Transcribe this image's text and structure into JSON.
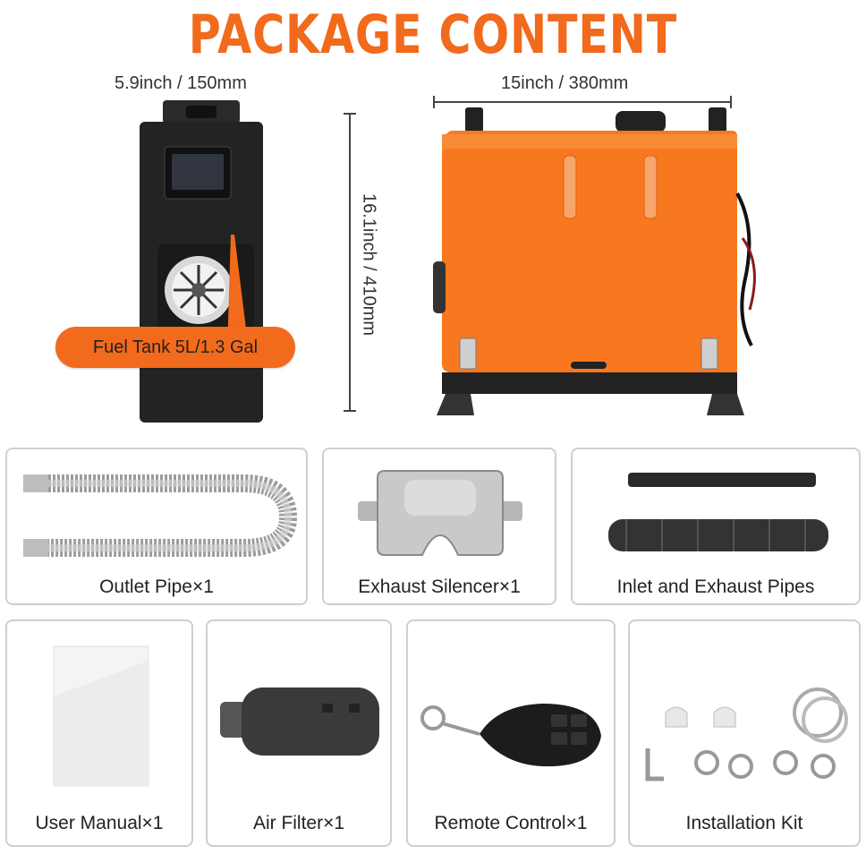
{
  "title": "PACKAGE CONTENT",
  "dimensions": {
    "width_side": "5.9inch / 150mm",
    "width_front": "15inch / 380mm",
    "height": "16.1inch / 410mm"
  },
  "fuel_tank_label": "Fuel Tank 5L/1.3 Gal",
  "items": [
    {
      "label": "Outlet Pipe×1"
    },
    {
      "label": "Exhaust Silencer×1"
    },
    {
      "label": "Inlet and Exhaust Pipes"
    },
    {
      "label": "User Manual×1"
    },
    {
      "label": "Air Filter×1"
    },
    {
      "label": "Remote Control×1"
    },
    {
      "label": "Installation Kit"
    }
  ],
  "colors": {
    "accent": "#f26a1b",
    "heater_body": "#f7781f",
    "dark": "#1f1f1f"
  }
}
